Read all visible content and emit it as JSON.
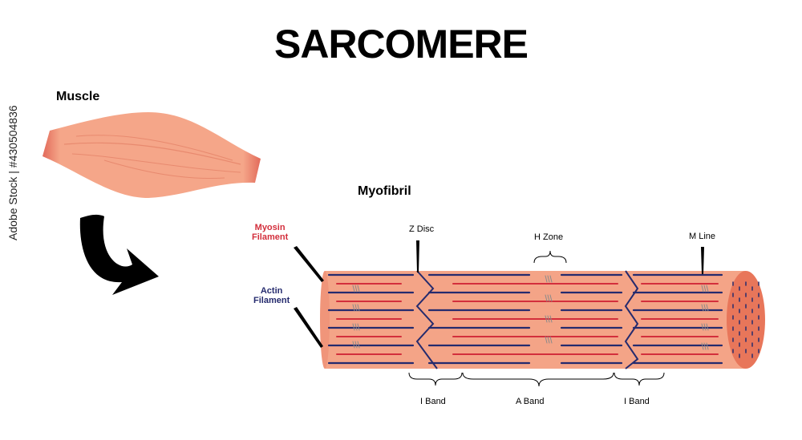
{
  "title": "SARCOMERE",
  "muscle_label": "Muscle",
  "myofibril_label": "Myofibril",
  "labels": {
    "myosin_line1": "Myosin",
    "myosin_line2": "Filament",
    "actin_line1": "Actin",
    "actin_line2": "Filament",
    "z_disc": "Z Disc",
    "h_zone": "H Zone",
    "m_line": "M Line",
    "i_band_left": "I Band",
    "a_band": "A Band",
    "i_band_right": "I Band"
  },
  "watermark": "Adobe Stock | #430504836",
  "colors": {
    "myosin": "#d32f3c",
    "actin": "#252b6e",
    "tissue": "#f4a487",
    "tissue_edge": "#e8765a"
  }
}
